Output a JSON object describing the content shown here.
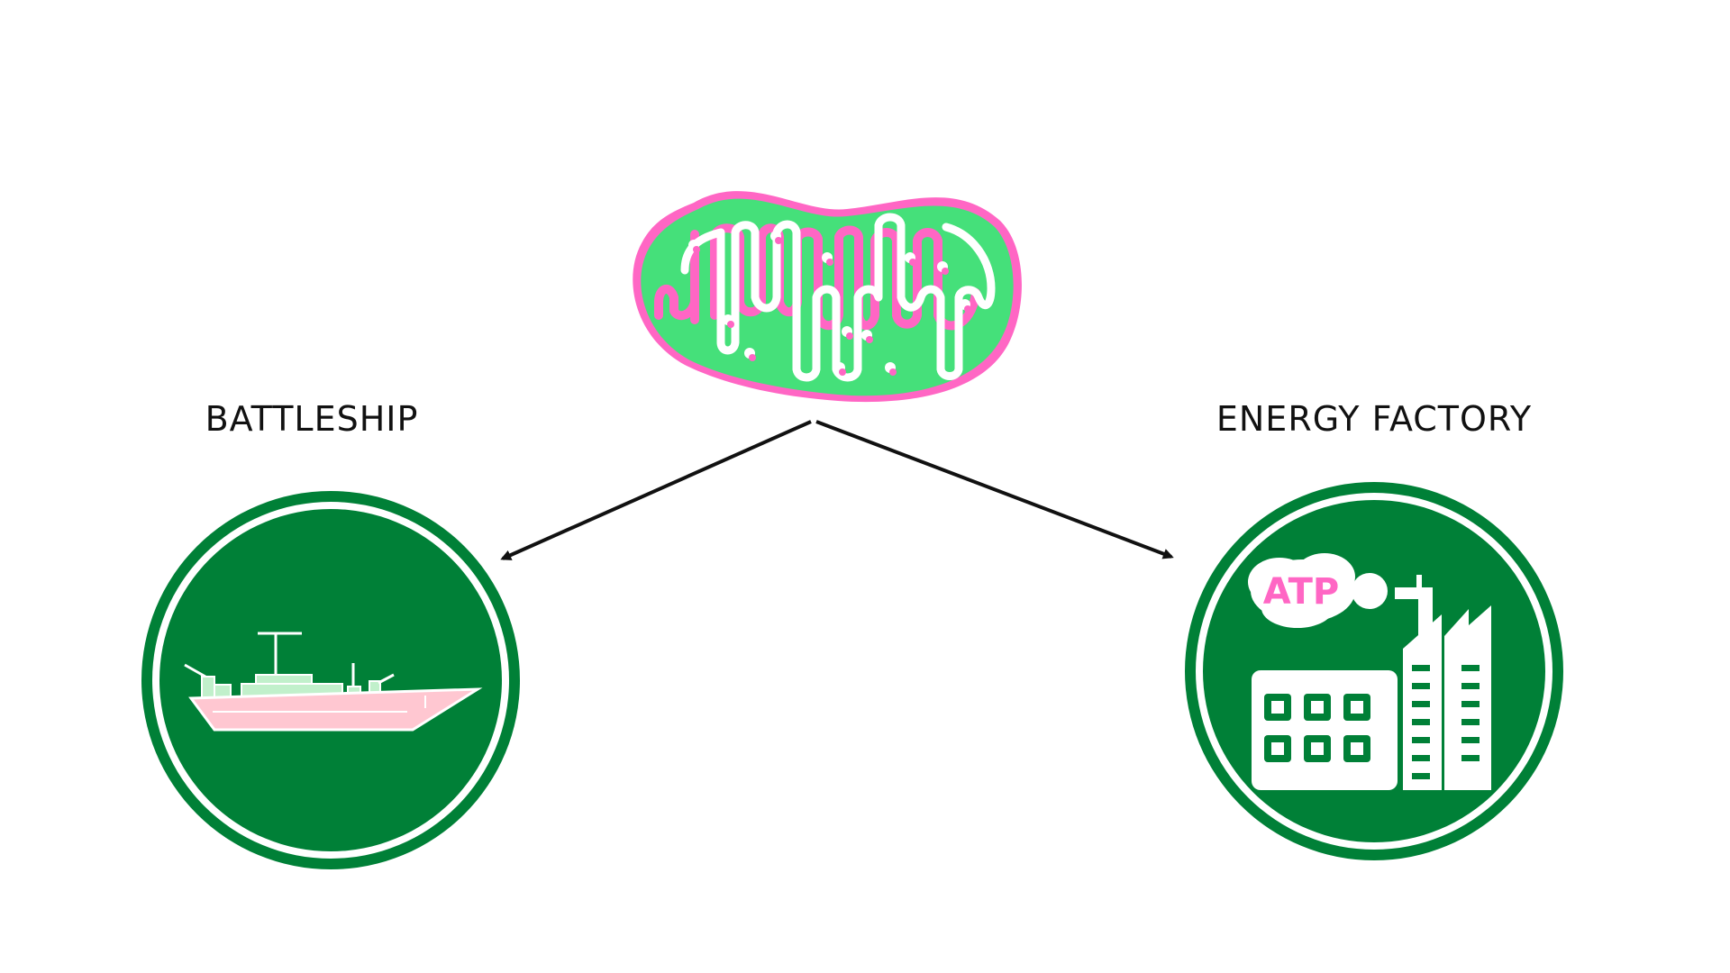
{
  "labels": {
    "left": "BATTLESHIP",
    "right": "ENERGY FACTORY",
    "atp": "ATP"
  },
  "icons": {
    "center": "mitochondrion-icon",
    "left": "battleship-icon",
    "right": "factory-icon"
  },
  "colors": {
    "badge_green": "#008037",
    "organelle_green": "#45e07a",
    "accent_pink": "#ff66c4",
    "ship_hull_pink": "#ffc7d1",
    "ship_deck_green": "#c1f0cb",
    "arrow": "#111111",
    "white": "#ffffff"
  }
}
